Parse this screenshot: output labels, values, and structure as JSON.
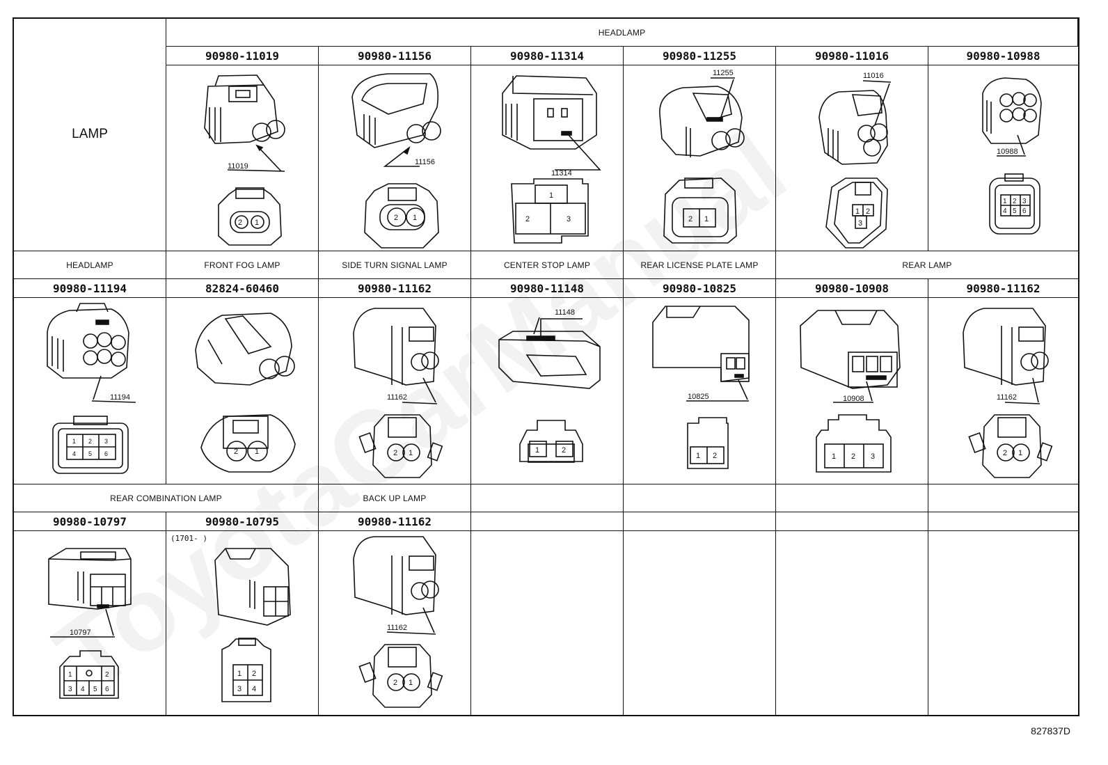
{
  "lamp_label": "LAMP",
  "drawing_code": "827837D",
  "watermark": "ToyotaCarManual",
  "row1": {
    "group": "HEADLAMP",
    "parts": [
      {
        "pn": "90980-11019",
        "callout": "11019",
        "pins": [
          "2",
          "1"
        ]
      },
      {
        "pn": "90980-11156",
        "callout": "11156",
        "pins": [
          "2",
          "1"
        ]
      },
      {
        "pn": "90980-11314",
        "callout": "11314",
        "pins": [
          "1",
          "2",
          "3"
        ]
      },
      {
        "pn": "90980-11255",
        "callout": "11255",
        "pins": [
          "2",
          "1"
        ]
      },
      {
        "pn": "90980-11016",
        "callout": "11016",
        "pins": [
          "1",
          "2",
          "3"
        ]
      },
      {
        "pn": "90980-10988",
        "callout": "10988",
        "pins": [
          "1",
          "2",
          "3",
          "4",
          "5",
          "6"
        ]
      }
    ]
  },
  "row2": {
    "groups": [
      "HEADLAMP",
      "FRONT FOG LAMP",
      "SIDE TURN SIGNAL LAMP",
      "CENTER STOP LAMP",
      "REAR LICENSE PLATE LAMP",
      "REAR LAMP"
    ],
    "parts": [
      {
        "pn": "90980-11194",
        "callout": "11194",
        "pins": [
          "1",
          "2",
          "3",
          "4",
          "5",
          "6"
        ]
      },
      {
        "pn": "82824-60460",
        "callout": "",
        "pins": [
          "2",
          "1"
        ]
      },
      {
        "pn": "90980-11162",
        "callout": "11162",
        "pins": [
          "2",
          "1"
        ]
      },
      {
        "pn": "90980-11148",
        "callout": "11148",
        "pins": [
          "1",
          "2"
        ]
      },
      {
        "pn": "90980-10825",
        "callout": "10825",
        "pins": [
          "1",
          "2"
        ]
      },
      {
        "pn": "90980-10908",
        "callout": "10908",
        "pins": [
          "1",
          "2",
          "3"
        ]
      },
      {
        "pn": "90980-11162",
        "callout": "11162",
        "pins": [
          "2",
          "1"
        ]
      }
    ]
  },
  "row3": {
    "groups": [
      "REAR COMBINATION LAMP",
      "BACK UP LAMP"
    ],
    "parts": [
      {
        "pn": "90980-10797",
        "callout": "10797",
        "pins": [
          "1",
          "2",
          "3",
          "4",
          "5",
          "6"
        ]
      },
      {
        "pn": "90980-10795",
        "callout": "",
        "note": "(1701-      )",
        "pins": [
          "1",
          "2",
          "3",
          "4"
        ]
      },
      {
        "pn": "90980-11162",
        "callout": "11162",
        "pins": [
          "2",
          "1"
        ]
      }
    ]
  }
}
